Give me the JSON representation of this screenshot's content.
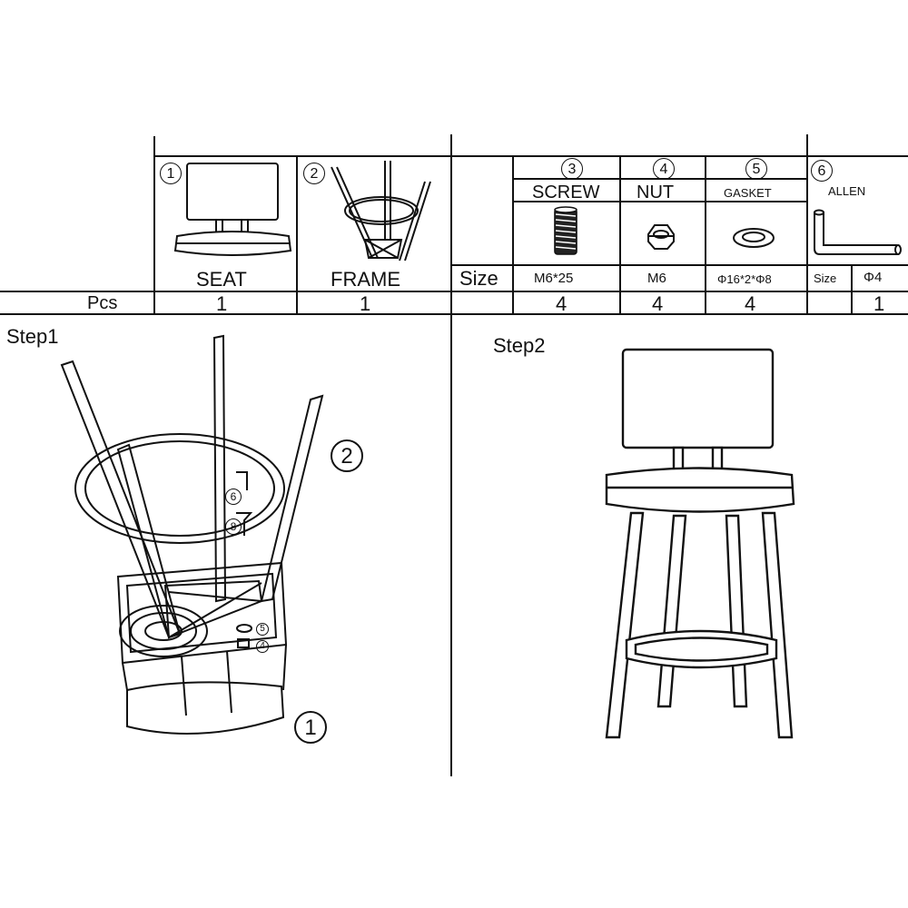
{
  "parts_table": {
    "parts": [
      {
        "number": "1",
        "name": "SEAT",
        "qty": "1"
      },
      {
        "number": "2",
        "name": "FRAME",
        "qty": "1"
      }
    ],
    "hardware": [
      {
        "number": "3",
        "name": "SCREW",
        "size": "M6*25",
        "qty": "4"
      },
      {
        "number": "4",
        "name": "NUT",
        "size": "M6",
        "qty": "4"
      },
      {
        "number": "5",
        "name": "GASKET",
        "size": "Φ16*2*Φ8",
        "qty": "4"
      },
      {
        "number": "6",
        "name": "ALLEN",
        "size_label": "Size",
        "size": "Φ4",
        "qty": "1"
      }
    ],
    "size_label": "Size",
    "pcs_label": "Pcs"
  },
  "steps": [
    {
      "title": "Step1",
      "callouts": [
        "2",
        "6",
        "8",
        "5",
        "4",
        "1"
      ]
    },
    {
      "title": "Step2"
    }
  ],
  "colors": {
    "line": "#111111",
    "background": "#ffffff"
  }
}
